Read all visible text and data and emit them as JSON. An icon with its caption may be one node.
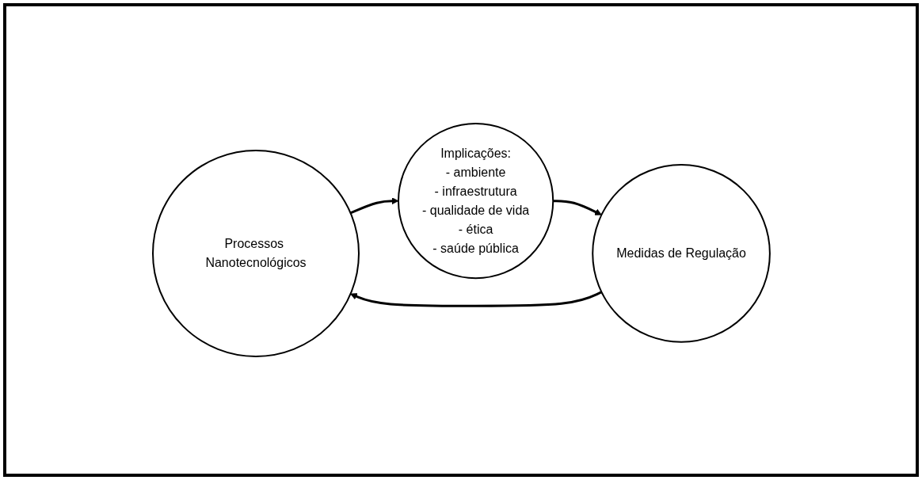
{
  "diagram": {
    "nodes": [
      {
        "text": [
          "Processos Nanotecnológicos"
        ]
      },
      {
        "text": [
          "Implicações:",
          "- ambiente",
          "- infraestrutura",
          "- qualidade de vida",
          "- ética",
          "- saúde pública"
        ]
      },
      {
        "text": [
          "Medidas de Regulação"
        ]
      }
    ],
    "edges": [
      {
        "from": 0,
        "to": 1,
        "arrow": "to"
      },
      {
        "from": 1,
        "to": 2,
        "arrow": "to"
      },
      {
        "from": 2,
        "to": 0,
        "arrow": "to"
      }
    ]
  }
}
